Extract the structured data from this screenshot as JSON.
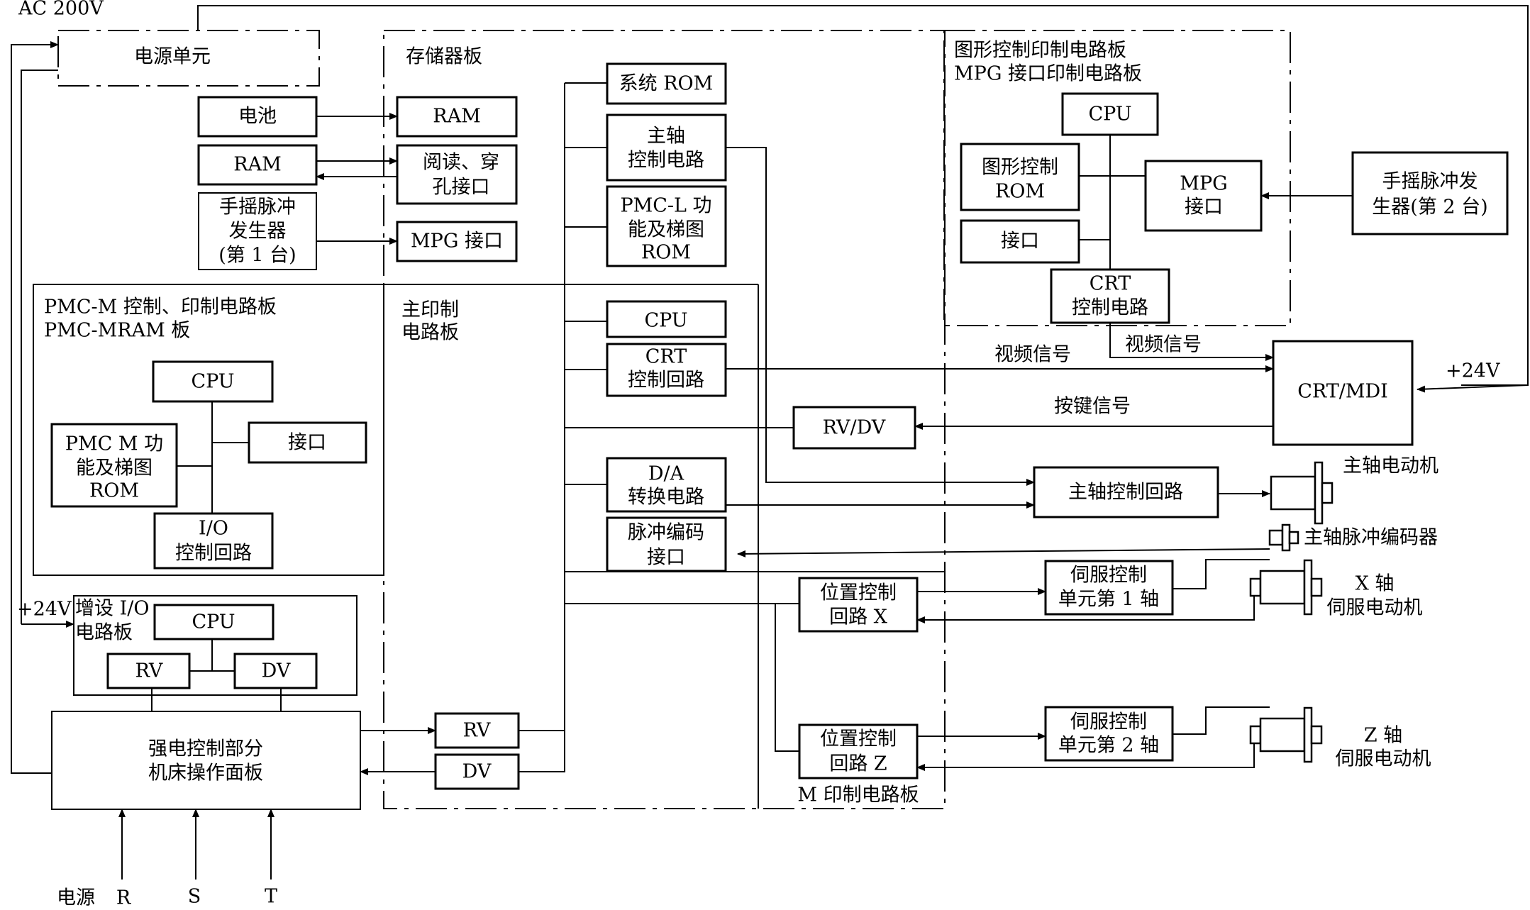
{
  "supply": {
    "ac": "AC 200V",
    "plus24_right": "+24V",
    "plus24_left": "+24V"
  },
  "units": {
    "power_unit": "电源单元",
    "battery": "电池",
    "ram_left": "RAM",
    "mpg1": [
      "手摇脉冲",
      "发生器",
      "(第 1 台)"
    ],
    "mpg2": [
      "手摇脉冲发",
      "生器(第 2 台)"
    ],
    "heavy": [
      "强电控制部分",
      "机床操作面板"
    ],
    "crt_mdi": "CRT/MDI",
    "spindle_ctrl_loop": "主轴控制回路",
    "servo1": [
      "伺服控制",
      "单元第 1 轴"
    ],
    "servo2": [
      "伺服控制",
      "单元第 2 轴"
    ]
  },
  "boards": {
    "memory": "存储器板",
    "main": [
      "主印制",
      "电路板"
    ],
    "graphic": [
      "图形控制印制电路板",
      "MPG 接口印制电路板"
    ],
    "pmc": [
      "PMC-M 控制、印制电路板",
      "PMC-MRAM 板"
    ],
    "extra_io": [
      "增设 I/O",
      "电路板"
    ],
    "m_board": "M 印制电路板"
  },
  "memory_board": {
    "ram": "RAM",
    "read_punch": [
      "阅读、穿",
      "孔接口"
    ],
    "mpg_if": "MPG 接口"
  },
  "main_board": {
    "system_rom": "系统 ROM",
    "spindle_circuit": [
      "主轴",
      "控制电路"
    ],
    "pmc_l": [
      "PMC-L 功",
      "能及梯图",
      "ROM"
    ],
    "cpu": "CPU",
    "crt_loop": [
      "CRT",
      "控制回路"
    ],
    "rv_dv": "RV/DV",
    "da": [
      "D/A",
      "转换电路"
    ],
    "pulse_enc_if": [
      "脉冲编码",
      "接口"
    ],
    "rv": "RV",
    "dv": "DV",
    "pos_x": [
      "位置控制",
      "回路 X"
    ],
    "pos_z": [
      "位置控制",
      "回路 Z"
    ]
  },
  "graphic_board": {
    "cpu": "CPU",
    "graphic_rom": [
      "图形控制",
      "ROM"
    ],
    "mpg_if": [
      "MPG",
      "接口"
    ],
    "iface": "接口",
    "crt_circuit": [
      "CRT",
      "控制电路"
    ]
  },
  "pmc_board": {
    "cpu": "CPU",
    "pmc_m_rom": [
      "PMC  M 功",
      "能及梯图",
      "ROM"
    ],
    "iface": "接口",
    "io": [
      "I/O",
      "控制回路"
    ]
  },
  "extra_io_board": {
    "cpu": "CPU",
    "rv": "RV",
    "dv": "DV"
  },
  "signals": {
    "video1": "视频信号",
    "video2": "视频信号",
    "key": "按键信号"
  },
  "machines": {
    "spindle_motor": "主轴电动机",
    "spindle_encoder": "主轴脉冲编码器",
    "x_motor": [
      "X 轴",
      "伺服电动机"
    ],
    "z_motor": [
      "Z 轴",
      "伺服电动机"
    ]
  },
  "power_input": {
    "label": "电源",
    "phases": [
      "R",
      "S",
      "T"
    ]
  }
}
